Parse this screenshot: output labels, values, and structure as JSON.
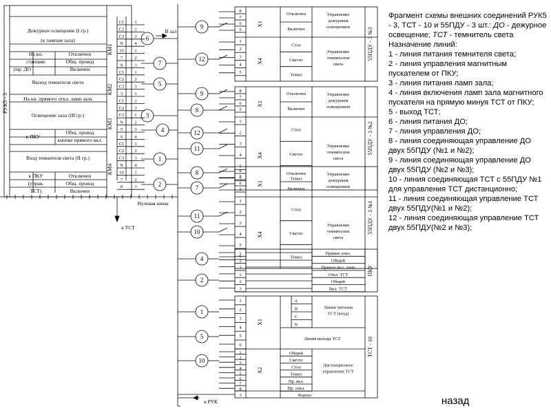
{
  "ruk": {
    "title": "РУК5 - 3",
    "rows": [
      {
        "key": "r1",
        "label": "Дежурное освещение (I гр.)"
      },
      {
        "key": "r2",
        "label": "(к лампам зала)"
      },
      {
        "key": "r3a",
        "label": "На кн."
      },
      {
        "key": "r3b",
        "label": "станцию"
      },
      {
        "key": "r3c",
        "label": "упр. ДО"
      },
      {
        "key": "s1",
        "label": "Отключен"
      },
      {
        "key": "s2",
        "label": "Общ. провод"
      },
      {
        "key": "s3",
        "label": "Включен"
      },
      {
        "key": "r4",
        "label": "Выход темнителя света"
      },
      {
        "key": "r5",
        "label": "На кн. прямого откл. ламп зала"
      },
      {
        "key": "r6",
        "label": "Освещение зала (III гр.)"
      },
      {
        "key": "r7",
        "label": "к ПКУ"
      },
      {
        "key": "s4",
        "label": "Общ. провод"
      },
      {
        "key": "s5",
        "label": "кнопке прямого вкл."
      },
      {
        "key": "r8",
        "label": "Вход темнителя света (II гр.)"
      },
      {
        "key": "r9a",
        "label": "к ПКУ"
      },
      {
        "key": "r9b",
        "label": "(управ."
      },
      {
        "key": "r9c",
        "label": "ТСТ)"
      },
      {
        "key": "s6",
        "label": "Отключен"
      },
      {
        "key": "s7",
        "label": "Общ. провод"
      },
      {
        "key": "s8",
        "label": "Включен"
      }
    ],
    "km": [
      "КМ1",
      "КМ2",
      "КМ3",
      "КМ4"
    ],
    "terms": [
      "C1",
      "C2",
      "C3",
      "N",
      "10",
      "7",
      "8",
      "C1",
      "C2",
      "C3",
      "3",
      "C1",
      "C2",
      "C3",
      "N",
      "5",
      "6",
      "C1",
      "C2",
      "C3",
      "N",
      "10",
      "7",
      "8"
    ],
    "nums": [
      "1",
      "2",
      "3",
      "4",
      "1",
      "2",
      "3",
      "1",
      "2",
      "3",
      "1",
      "2",
      "3",
      "1",
      "2",
      "3",
      "4",
      "1",
      "2",
      "3",
      "4",
      "1",
      "2",
      "3"
    ],
    "zero_bus": "Нулевая шина",
    "to_tst": "к ТСТ",
    "to_zal": "В зал",
    "to_ruk": "к РУК"
  },
  "pdu1": {
    "title": "55ПДУ - 3 №3",
    "x1": "X1",
    "x4": "X4",
    "pins1": [
      "8",
      "7",
      "6",
      "5"
    ],
    "pins4": [
      "1",
      "2",
      "3",
      "4",
      "5"
    ],
    "cells": [
      "Отключен",
      "Включен",
      "Стоп",
      "Светло",
      "Темно"
    ],
    "group1": "Управление дежурным освещением",
    "group2": "Управление темнителем света"
  },
  "pdu2": {
    "title": "55ПДУ - 3 №2",
    "x1": "X1",
    "x4": "X4",
    "pins1": [
      "8",
      "7",
      "6",
      "5"
    ],
    "pins4": [
      "1",
      "2",
      "3",
      "4",
      "5",
      "6"
    ],
    "cells": [
      "Отключен",
      "Включен",
      "Стоп",
      "Светло",
      "Темно"
    ],
    "group1": "Управление дежурным освещением",
    "group2": "Управление темнителем света"
  },
  "pdu3": {
    "title": "55ПДУ - 3 №1",
    "x1": "X1",
    "x4": "X4",
    "pins1": [
      "8",
      "7",
      "6",
      "5"
    ],
    "pins4": [
      "1",
      "2",
      "3",
      "4",
      "5",
      "6"
    ],
    "cells": [
      "Отключен",
      "Включен",
      "Стоп",
      "Светло",
      "Темно"
    ],
    "group1": "Управление дежурным освещением",
    "group2": "Управление темнителем света"
  },
  "pku": {
    "title": "ПКУ",
    "pins": [
      "1",
      "2",
      "3",
      "1",
      "2",
      "3"
    ],
    "cells": [
      "Прямое откл.",
      "Общий",
      "Прямое вкл. ламп",
      "Откл. ТСТ",
      "Общий",
      "Вкл. ТСТ"
    ]
  },
  "tst": {
    "title": "ТСТ - 10",
    "x1": "X1",
    "x2": "X2",
    "pins1": [
      "1",
      "2",
      "3",
      "4",
      "5",
      "6"
    ],
    "pins2": [
      "1",
      "2",
      "3",
      "4",
      "5",
      "6",
      "7",
      "8"
    ],
    "phases": [
      "A",
      "B",
      "C",
      "N"
    ],
    "supply": "Линия питания ТСТ (вход)",
    "out": "Линия выхода ТСТ",
    "ctrl_cells": [
      "Общий",
      "Светло",
      "Стоп",
      "Темно",
      "Пр. вкл.",
      "Пр. откл."
    ],
    "ctrl": "Дистанционное управление ТСТ",
    "case": "Корпус",
    "case_pin": "3"
  },
  "lines": {
    "ruk": [
      "6",
      "7",
      "5",
      "3",
      "4",
      "1",
      "2"
    ],
    "pdu1": [
      "9",
      "12"
    ],
    "pdu2": [
      "9",
      "8",
      "12",
      "11"
    ],
    "pdu3": [
      "8",
      "7",
      "11",
      "10"
    ],
    "pku": [
      "4",
      "2"
    ],
    "tst": [
      "1",
      "5",
      "10"
    ]
  },
  "legend": {
    "p1": "Фрагмент схемы внешних соединений РУК5 - 3, ТСТ - 10 и 55ПДУ - 3 шт.:",
    "p1_do": "ДО",
    "p1_do_desc": " - дежурное освещение; ",
    "p1_tst": "ТСТ",
    "p1_tst_desc": " - темнитель света",
    "heading": "Назначение линий:",
    "items": [
      "1 - линия питания темнителя света;",
      "2 - линия управления магнитным пускателем от ПКУ;",
      "3 - линия питания ламп зала;",
      "4 - линия включения ламп зала магнитного пускателя на прямую минуя ТСТ от ПКУ;",
      "5 - выход ТСТ;",
      "6 - линия питания ДО;",
      "7 - линия управления ДО;",
      "8 - линия соединяющая управление ДО двух 55ПДУ (№1 и №2);",
      "9 - линия соединяющая управление ДО двух 55ПДУ (№2 и №3);",
      "10 - линия соединяющая ТСТ с 55ПДУ №1 для управления ТСТ дистанционно;",
      "11 - линия соединяющая управление ТСТ двух 55ПДУ(№1 и №2);",
      "12 - линия соединяющая управление ТСТ двух 55ПДУ(№2 и №3);"
    ]
  },
  "back": "назад"
}
